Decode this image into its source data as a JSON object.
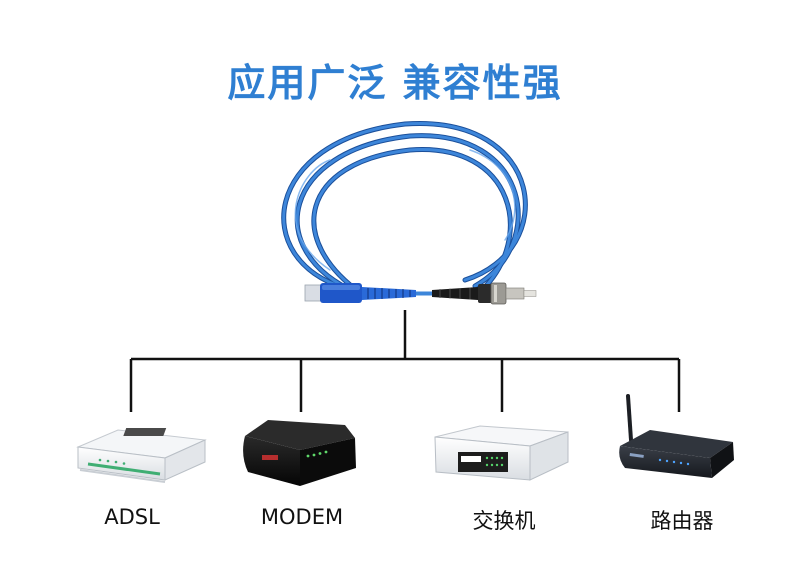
{
  "headline": "应用广泛 兼容性强",
  "devices": [
    {
      "label": "ADSL",
      "icon": "adsl-modem-icon"
    },
    {
      "label": "MODEM",
      "icon": "modem-icon"
    },
    {
      "label": "交换机",
      "icon": "network-switch-icon"
    },
    {
      "label": "路由器",
      "icon": "wireless-router-icon"
    }
  ],
  "colors": {
    "headline": "#2f7fd2",
    "cable": "#2f76d0",
    "sc_connector": "#1f57c9",
    "connector_lines": "#111111"
  }
}
